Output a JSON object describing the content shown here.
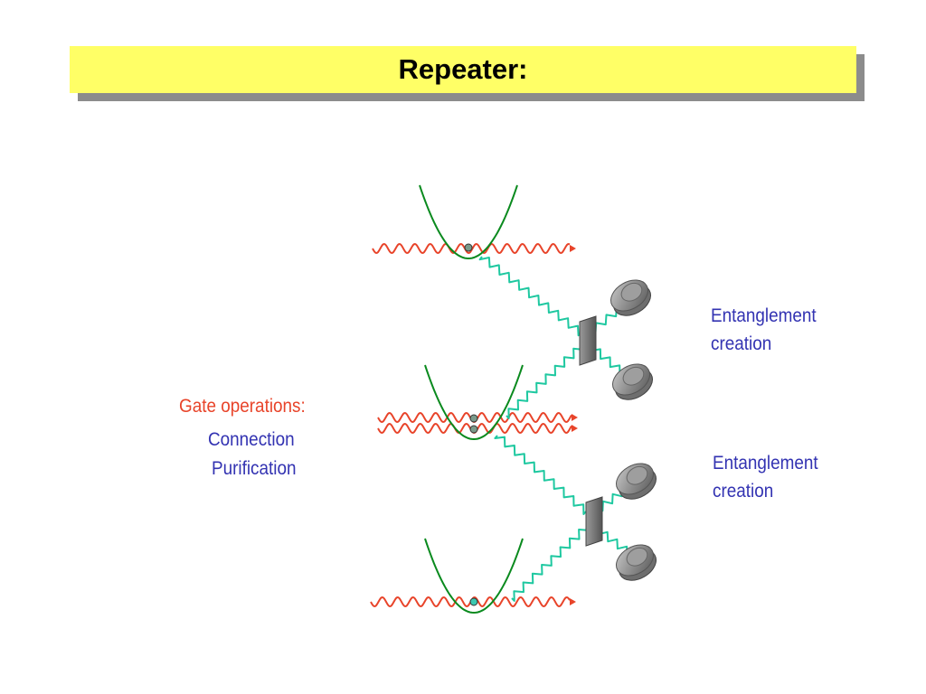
{
  "title": "Repeater:",
  "labels": {
    "entanglement_creation_1": {
      "line1": "Entanglement",
      "line2": "creation"
    },
    "entanglement_creation_2": {
      "line1": "Entanglement",
      "line2": "creation"
    },
    "gate_operations": "Gate operations:",
    "connection": "Connection",
    "purification": "Purification"
  },
  "colors": {
    "title_background": "#ffff66",
    "title_shadow": "#8c8c8c",
    "potential_well": "#0a8a1e",
    "laser_wave": "#e8442a",
    "photon_wave": "#1ec8a0",
    "detector": "#8a8a8a",
    "label_blue": "#3333b2",
    "label_red": "#e8442a"
  },
  "icons": [
    "potential-well-icon",
    "trapped-atom-icon",
    "laser-wave-icon",
    "photon-wave-icon",
    "beam-splitter-icon",
    "photodetector-icon"
  ]
}
